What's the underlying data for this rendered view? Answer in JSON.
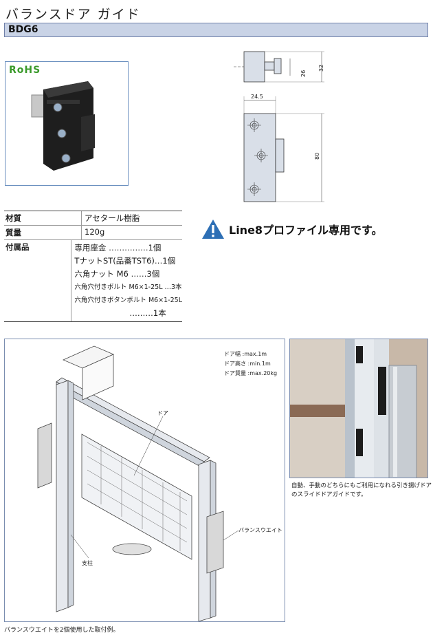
{
  "header": {
    "title": "バランスドア ガイド",
    "code": "BDG6"
  },
  "badge": {
    "rohs": "RoHS"
  },
  "dimensions": {
    "d26": "26",
    "d32": "32",
    "d24_5": "24.5",
    "d80": "80"
  },
  "spec": {
    "material_label": "材質",
    "material_value": "アセタール樹脂",
    "weight_label": "質量",
    "weight_value": "120g",
    "accessories_label": "付属品",
    "accessories": [
      "専用座金 ……………1個",
      "TナットST(品番TST6)…1個",
      "六角ナット M6 ……3個",
      "六角穴付きボルト M6×1-25L …3本",
      "六角穴付きボタンボルト M6×1-25L",
      "………1本"
    ]
  },
  "warning": {
    "icon": "warning-triangle-icon",
    "text": "Line8プロファイル専用です。"
  },
  "illustration": {
    "notes": [
      "ドア幅 :max.1m",
      "ドア高さ :min.1m",
      "ドア質量 :max.20kg"
    ],
    "label_door": "ドア",
    "label_weight": "バランスウエイト",
    "label_post": "支柱",
    "caption": "バランスウエイトを2個使用した取付例。"
  },
  "photo2": {
    "caption": "自動、手動のどちらにもご利用になれる引き揚げドアのスライドドアガイドです。"
  },
  "colors": {
    "accent": "#c9d3e6",
    "border": "#6a8fbf",
    "warning": "#2d6fb5"
  }
}
